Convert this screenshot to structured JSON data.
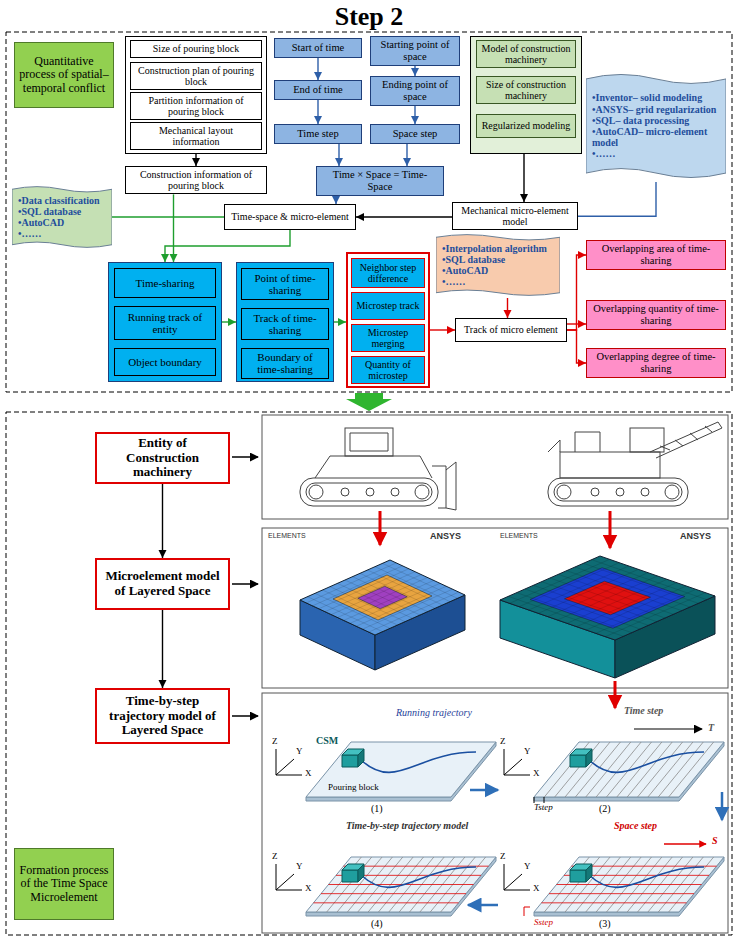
{
  "diagram": {
    "title": "Step 2",
    "nodes": [
      {
        "text": [
          "Quantitative process of spatial–temporal conflict"
        ]
      },
      {
        "text": []
      },
      {
        "text": [
          "Size of pouring block"
        ],
        "in": 1
      },
      {
        "text": [
          "Construction plan of pouring block"
        ],
        "in": 1
      },
      {
        "text": [
          "Partition information of pouring block"
        ],
        "in": 1
      },
      {
        "text": [
          "Mechanical layout information"
        ],
        "in": 1
      },
      {
        "text": [
          "Start of time"
        ]
      },
      {
        "text": [
          "Starting point of space"
        ]
      },
      {
        "text": []
      },
      {
        "text": [
          "Model of construction machinery"
        ],
        "in": 8
      },
      {
        "text": [
          "Size of construction machinery"
        ],
        "in": 8
      },
      {
        "text": [
          "Regularized modeling"
        ],
        "in": 8
      },
      {
        "text": [
          "End of time"
        ]
      },
      {
        "text": [
          "Ending point of space"
        ]
      },
      {
        "text": [
          "•Inventor– solid modeling",
          "•ANSYS– grid regularization",
          "•SQL– data processing",
          "•AutoCAD– micro-element model",
          "•……"
        ]
      },
      {
        "text": [
          "Time step"
        ]
      },
      {
        "text": [
          "Space step"
        ]
      },
      {
        "text": [
          "Construction information of pouring block"
        ]
      },
      {
        "text": [
          "Time × Space = Time-Space"
        ]
      },
      {
        "text": [
          "Mechanical micro-element model"
        ]
      },
      {
        "text": [
          "•Data classification",
          "•SQL database",
          "•AutoCAD",
          "•……"
        ]
      },
      {
        "text": [
          "Time-space & micro-element"
        ]
      },
      {
        "text": []
      },
      {
        "text": [
          "Time-sharing"
        ],
        "in": 22
      },
      {
        "text": [
          "Running track of entity"
        ],
        "in": 22
      },
      {
        "text": [
          "Object boundary"
        ],
        "in": 22
      },
      {
        "text": []
      },
      {
        "text": [
          "Point of time-sharing"
        ],
        "in": 26
      },
      {
        "text": [
          "Track of time-sharing"
        ],
        "in": 26
      },
      {
        "text": [
          "Boundary of time-sharing"
        ],
        "in": 26
      },
      {
        "text": []
      },
      {
        "text": [
          "Neighbor step difference"
        ],
        "in": 30
      },
      {
        "text": [
          "Microstep track"
        ],
        "in": 30
      },
      {
        "text": [
          "Microstep merging"
        ],
        "in": 30
      },
      {
        "text": [
          "Quantity of microstep"
        ],
        "in": 30
      },
      {
        "text": [
          "•Interpolation algorithm",
          "•SQL database",
          "•AutoCAD",
          "•……"
        ]
      },
      {
        "text": [
          "Track of micro element"
        ]
      },
      {
        "text": [
          "Overlapping area of time-sharing"
        ]
      },
      {
        "text": [
          "Overlapping quantity of time-sharing"
        ]
      },
      {
        "text": [
          "Overlapping degree of time-sharing"
        ]
      },
      {
        "text": [
          "Entity of Construction machinery"
        ]
      },
      {
        "text": [
          "Microelement model of Layered Space"
        ]
      },
      {
        "text": [
          "Time-by-step trajectory model of Layered Space"
        ]
      },
      {
        "text": [
          "Formation process of the Time Space Microelement"
        ]
      }
    ],
    "edges": [
      {
        "from": 1,
        "to": 17,
        "arrow": "to"
      },
      {
        "from": 6,
        "to": 12,
        "arrow": "to"
      },
      {
        "from": 12,
        "to": 15,
        "arrow": "to"
      },
      {
        "from": 7,
        "to": 13,
        "arrow": "to"
      },
      {
        "from": 13,
        "to": 16,
        "arrow": "to"
      },
      {
        "from": 15,
        "to": 18,
        "arrow": "to"
      },
      {
        "from": 16,
        "to": 18,
        "arrow": "to"
      },
      {
        "from": 18,
        "to": 21,
        "arrow": "to"
      },
      {
        "from": 8,
        "to": 19,
        "arrow": "to"
      },
      {
        "from": 14,
        "to": 19,
        "arrow": "none"
      },
      {
        "from": 19,
        "to": 21,
        "arrow": "to"
      },
      {
        "from": 17,
        "to": 22,
        "arrow": "to"
      },
      {
        "from": 20,
        "to": 21,
        "arrow": "none"
      },
      {
        "from": 21,
        "to": 22,
        "arrow": "to"
      },
      {
        "from": 22,
        "to": 26,
        "arrow": "to"
      },
      {
        "from": 26,
        "to": 30,
        "arrow": "to"
      },
      {
        "from": 30,
        "to": 36,
        "arrow": "to"
      },
      {
        "from": 35,
        "to": 36,
        "arrow": "to"
      },
      {
        "from": 36,
        "to": 37,
        "arrow": "to"
      },
      {
        "from": 36,
        "to": 38,
        "arrow": "to"
      },
      {
        "from": 36,
        "to": 39,
        "arrow": "to"
      },
      {
        "from": 40,
        "to": 41,
        "arrow": "to"
      },
      {
        "from": 41,
        "to": 42,
        "arrow": "to"
      }
    ],
    "labels": [
      "ELEMENTS",
      "ANSYS",
      "ELEMENTS",
      "ANSYS",
      "Z",
      "Y",
      "X",
      "CSM",
      "Running trajectory",
      "Pouring block",
      "(1)",
      "Z",
      "Y",
      "X",
      "Time step",
      "T",
      "Tstep",
      "(2)",
      "Z",
      "Y",
      "X",
      "Time-by-step trajectory model",
      "(4)",
      "Z",
      "Y",
      "X",
      "Space step",
      "S",
      "Sstep",
      "(3)"
    ]
  }
}
